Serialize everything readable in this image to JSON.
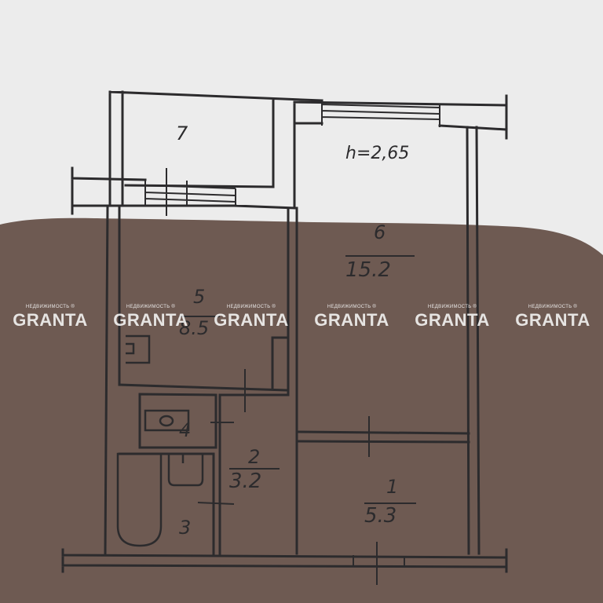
{
  "plan": {
    "ceiling_height": "h=2,65",
    "rooms": [
      {
        "number": "1",
        "area": "5.3"
      },
      {
        "number": "2",
        "area": "3.2"
      },
      {
        "number": "3",
        "area": ""
      },
      {
        "number": "4",
        "area": ""
      },
      {
        "number": "5",
        "area": "8.5"
      },
      {
        "number": "6",
        "area": "15.2"
      },
      {
        "number": "7",
        "area": ""
      }
    ]
  },
  "watermark": {
    "brand": "GRANTA",
    "tagline": "НЕДВИЖИМОСТЬ ®"
  },
  "colors": {
    "paper_light": "#efefef",
    "paper_shadow": "#6f5a52",
    "ink": "#2c2b2d",
    "watermark": "#ffffff"
  }
}
